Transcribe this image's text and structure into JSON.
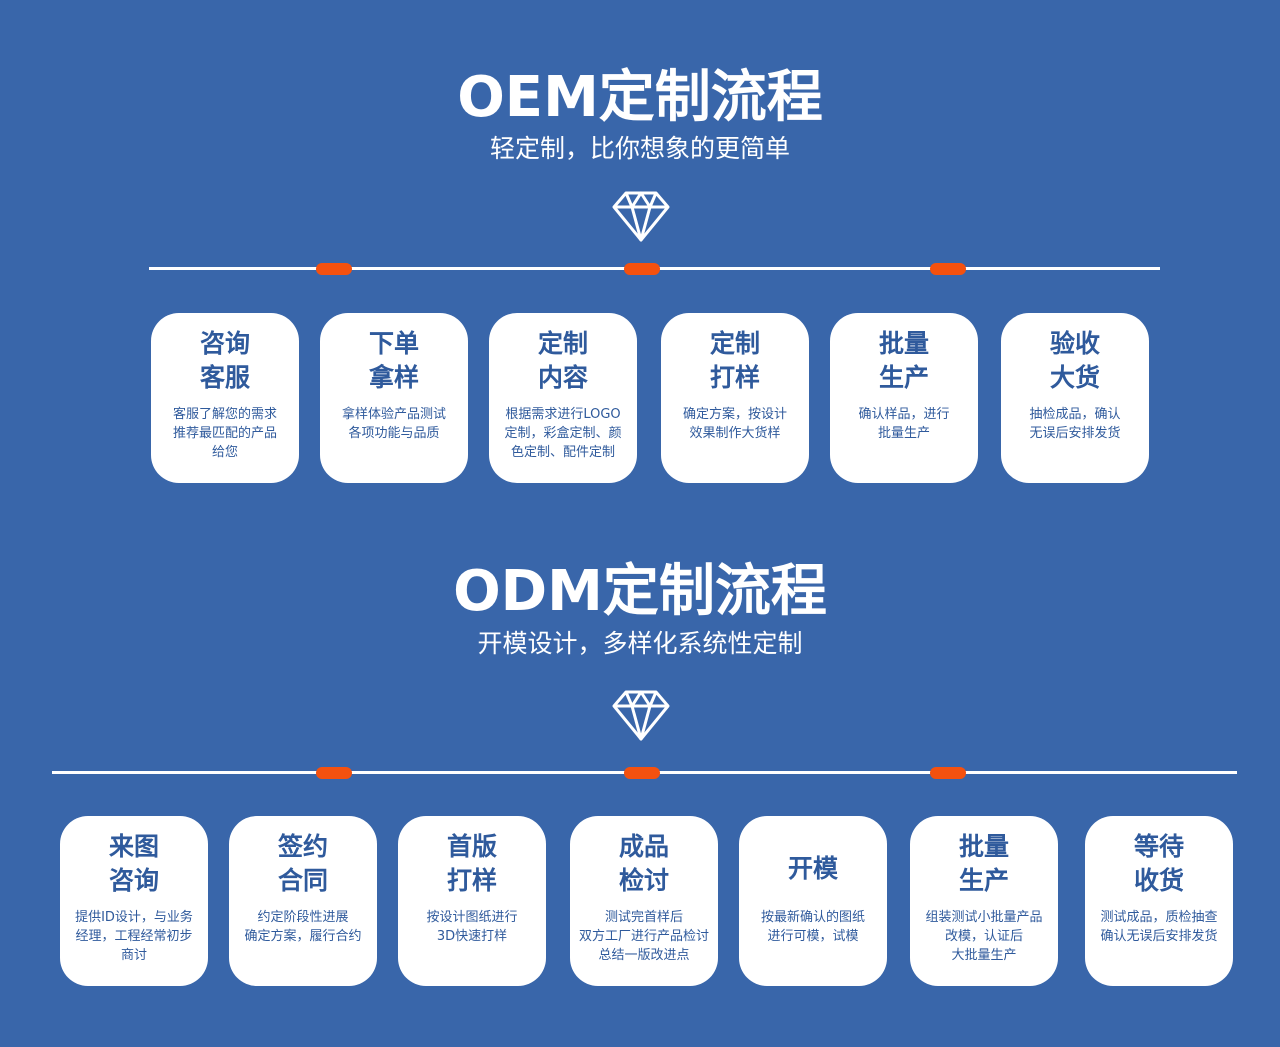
{
  "oem": {
    "title": "OEM定制流程",
    "subtitle": "轻定制，比你想象的更简单",
    "steps": [
      {
        "head1": "咨询",
        "head2": "客服",
        "desc1": "客服了解您的需求",
        "desc2": "推荐最匹配的产品",
        "desc3": "给您"
      },
      {
        "head1": "下单",
        "head2": "拿样",
        "desc1": "拿样体验产品测试",
        "desc2": "各项功能与品质",
        "desc3": ""
      },
      {
        "head1": "定制",
        "head2": "内容",
        "desc1": "根据需求进行LOGO",
        "desc2": "定制，彩盒定制、颜",
        "desc3": "色定制、配件定制"
      },
      {
        "head1": "定制",
        "head2": "打样",
        "desc1": "确定方案，按设计",
        "desc2": "效果制作大货样",
        "desc3": ""
      },
      {
        "head1": "批量",
        "head2": "生产",
        "desc1": "确认样品，进行",
        "desc2": "批量生产",
        "desc3": ""
      },
      {
        "head1": "验收",
        "head2": "大货",
        "desc1": "抽检成品，确认",
        "desc2": "无误后安排发货",
        "desc3": ""
      }
    ]
  },
  "odm": {
    "title": "ODM定制流程",
    "subtitle": "开模设计，多样化系统性定制",
    "steps": [
      {
        "head1": "来图",
        "head2": "咨询",
        "desc1": "提供ID设计，与业务",
        "desc2": "经理，工程经常初步",
        "desc3": "商讨"
      },
      {
        "head1": "签约",
        "head2": "合同",
        "desc1": "约定阶段性进展",
        "desc2": "确定方案，履行合约",
        "desc3": ""
      },
      {
        "head1": "首版",
        "head2": "打样",
        "desc1": "按设计图纸进行",
        "desc2": "3D快速打样",
        "desc3": ""
      },
      {
        "head1": "成品",
        "head2": "检讨",
        "desc1": "测试完首样后",
        "desc2": "双方工厂进行产品检讨",
        "desc3": "总结一版改进点"
      },
      {
        "head1": "开模",
        "head2": "",
        "desc1": "按最新确认的图纸",
        "desc2": "进行可模，试模",
        "desc3": ""
      },
      {
        "head1": "批量",
        "head2": "生产",
        "desc1": "组装测试小批量产品",
        "desc2": "改模，认证后",
        "desc3": "大批量生产"
      },
      {
        "head1": "等待",
        "head2": "收货",
        "desc1": "测试成品，质检抽查",
        "desc2": "确认无误后安排发货",
        "desc3": ""
      }
    ]
  },
  "colors": {
    "background": "#3966aa",
    "accent": "#f4510f",
    "card_text": "#2f5a9c",
    "card_bg": "#ffffff"
  },
  "icons": [
    "diamond-icon"
  ]
}
